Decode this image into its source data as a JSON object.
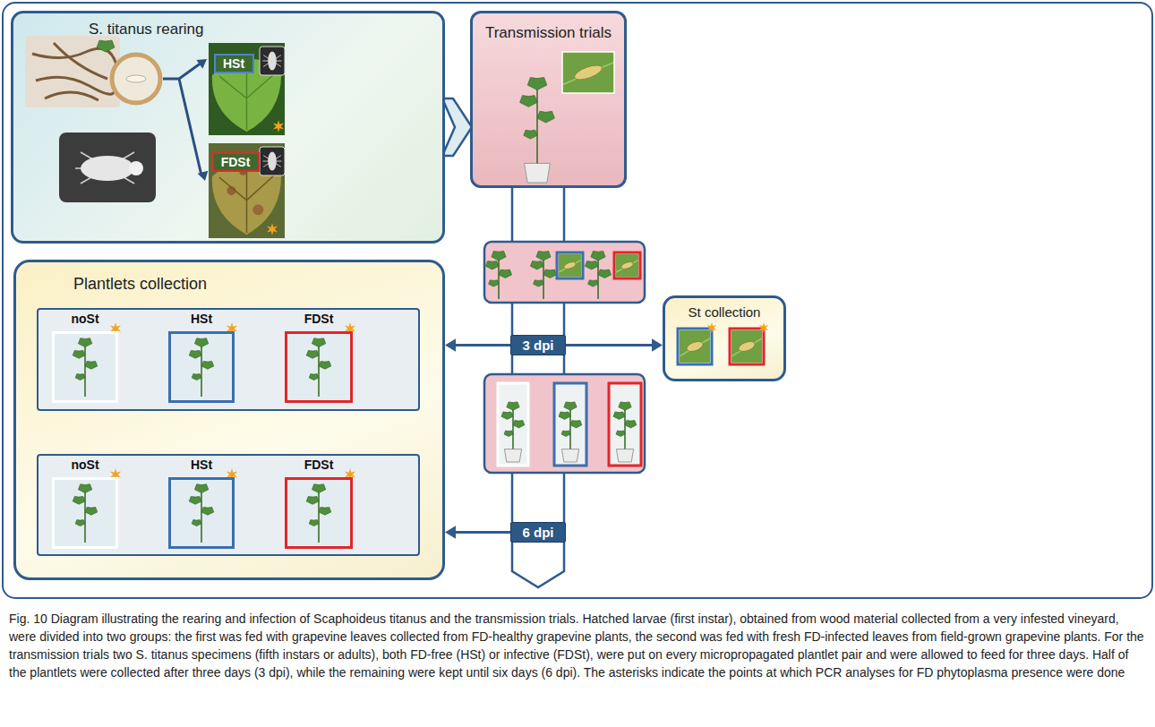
{
  "diagram": {
    "caption": "Fig. 10 Diagram illustrating the rearing and infection of Scaphoideus titanus and the transmission trials. Hatched larvae (first instar), obtained from wood material collected from a very infested vineyard, were divided into two groups: the first was fed with grapevine leaves collected from FD-healthy grapevine plants, the second was fed with fresh FD-infected leaves from field-grown grapevine plants. For the transmission trials two S. titanus specimens (fifth instars or adults), both FD-free (HSt) or infective (FDSt), were put on every micropropagated plantlet pair and were allowed to feed for three days. Half of the plantlets were collected after three days (3 dpi), while the remaining were kept until six days (6 dpi). The asterisks indicate the points at which PCR analyses for FD phytoplasma presence were done",
    "nodes": [
      {
        "text": [
          "S. titanus rearing"
        ]
      },
      {
        "text": [
          "HSt"
        ],
        "in": 0
      },
      {
        "text": [
          "FDSt"
        ],
        "in": 0
      },
      {
        "text": [
          "Transmission trials"
        ]
      },
      {
        "text": [
          "Plantlets collection"
        ]
      },
      {
        "text": [
          "noSt"
        ],
        "in": 4
      },
      {
        "text": [
          "HSt"
        ],
        "in": 4
      },
      {
        "text": [
          "FDSt"
        ],
        "in": 4
      },
      {
        "text": [
          "noSt"
        ],
        "in": 4
      },
      {
        "text": [
          "HSt"
        ],
        "in": 4
      },
      {
        "text": [
          "FDSt"
        ],
        "in": 4
      },
      {
        "text": [
          "3 dpi"
        ]
      },
      {
        "text": [
          "St collection"
        ]
      },
      {
        "text": [
          "6 dpi"
        ]
      }
    ],
    "edges": [
      {
        "from": 0,
        "to": 3,
        "arrow": "to"
      },
      {
        "from": 11,
        "to": 4,
        "arrow": "to"
      },
      {
        "from": 11,
        "to": 12,
        "arrow": "to"
      },
      {
        "from": 13,
        "to": 4,
        "arrow": "to"
      }
    ]
  }
}
